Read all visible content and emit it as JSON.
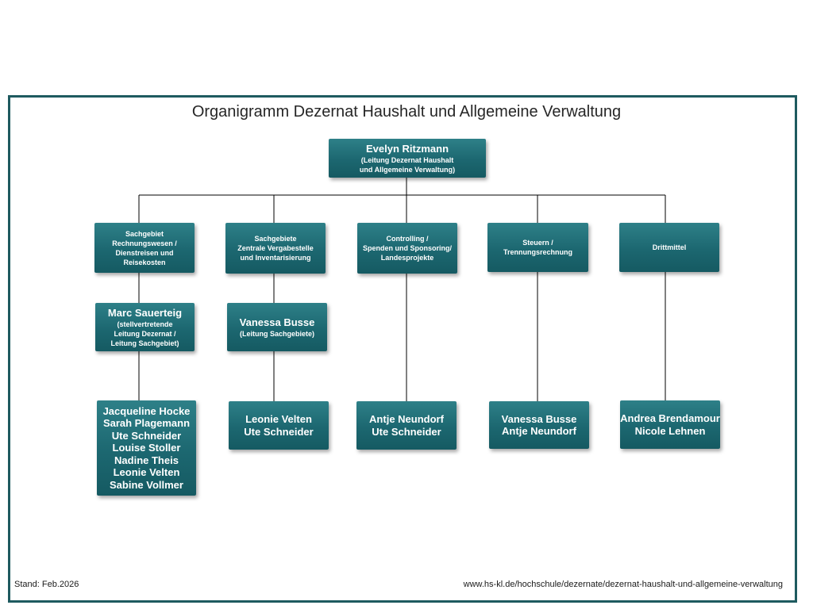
{
  "title": "Organigramm Dezernat Haushalt und Allgemeine Verwaltung",
  "head": {
    "name": "Evelyn Ritzmann",
    "role": "(Leitung Dezernat Haushalt\nund Allgemeine Verwaltung)"
  },
  "departments": [
    {
      "label": "Sachgebiet\nRechnungswesen /\nDienstreisen und\nReisekosten"
    },
    {
      "label": "Sachgebiete\nZentrale Vergabestelle\nund Inventarisierung"
    },
    {
      "label": "Controlling /\nSpenden und Sponsoring/\nLandesprojekte"
    },
    {
      "label": "Steuern /\nTrennungsrechnung"
    },
    {
      "label": "Drittmittel"
    }
  ],
  "leads": [
    {
      "name": "Marc Sauerteig",
      "role": "(stellvertretende\nLeitung Dezernat /\nLeitung Sachgebiet)"
    },
    {
      "name": "Vanessa Busse",
      "role": "(Leitung Sachgebiete)"
    }
  ],
  "staff": [
    {
      "names": "Jacqueline Hocke\nSarah Plagemann\nUte Schneider\nLouise Stoller\nNadine Theis\nLeonie Velten\nSabine Vollmer"
    },
    {
      "names": "Leonie Velten\nUte Schneider"
    },
    {
      "names": "Antje Neundorf\nUte Schneider"
    },
    {
      "names": "Vanessa Busse\nAntje Neundorf"
    },
    {
      "names": "Andrea Brendamour\nNicole Lehnen"
    }
  ],
  "footer": {
    "stand": "Stand: Feb.2026",
    "url": "www.hs-kl.de/hochschule/dezernate/dezernat-haushalt-und-allgemeine-verwaltung"
  },
  "colors": {
    "box": "#1c6770",
    "frame": "#1e5a5f",
    "lines": "#000000"
  }
}
